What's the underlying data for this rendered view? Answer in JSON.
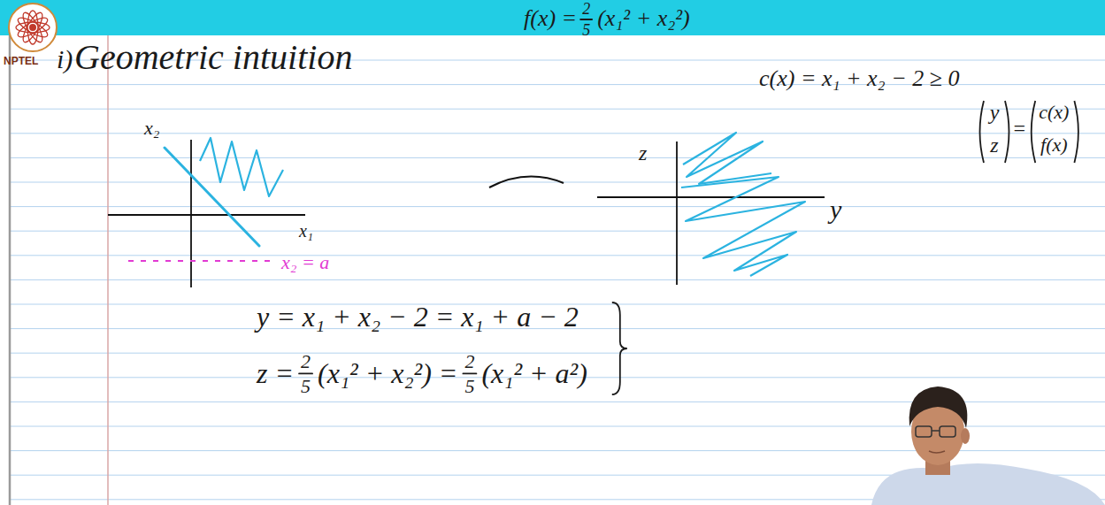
{
  "diagram": {
    "title": "Geometric intuition",
    "labels": [
      "i)",
      "NPTEL",
      "f(x) =",
      "2",
      "5",
      "(x₁² + x₂²)",
      "c(x) = x₁ + x₂ − 2 ≥ 0",
      "y",
      "z",
      "=",
      "c(x)",
      "f(x)",
      "x₂",
      "x₁",
      "x₂ = a",
      "z",
      "y",
      "y = x₁ + x₂ − 2 = x₁ + a − 2",
      "z =",
      "2",
      "5",
      "(x₁² + x₂²) =",
      "2",
      "5",
      "(x₁² + a²)"
    ]
  }
}
